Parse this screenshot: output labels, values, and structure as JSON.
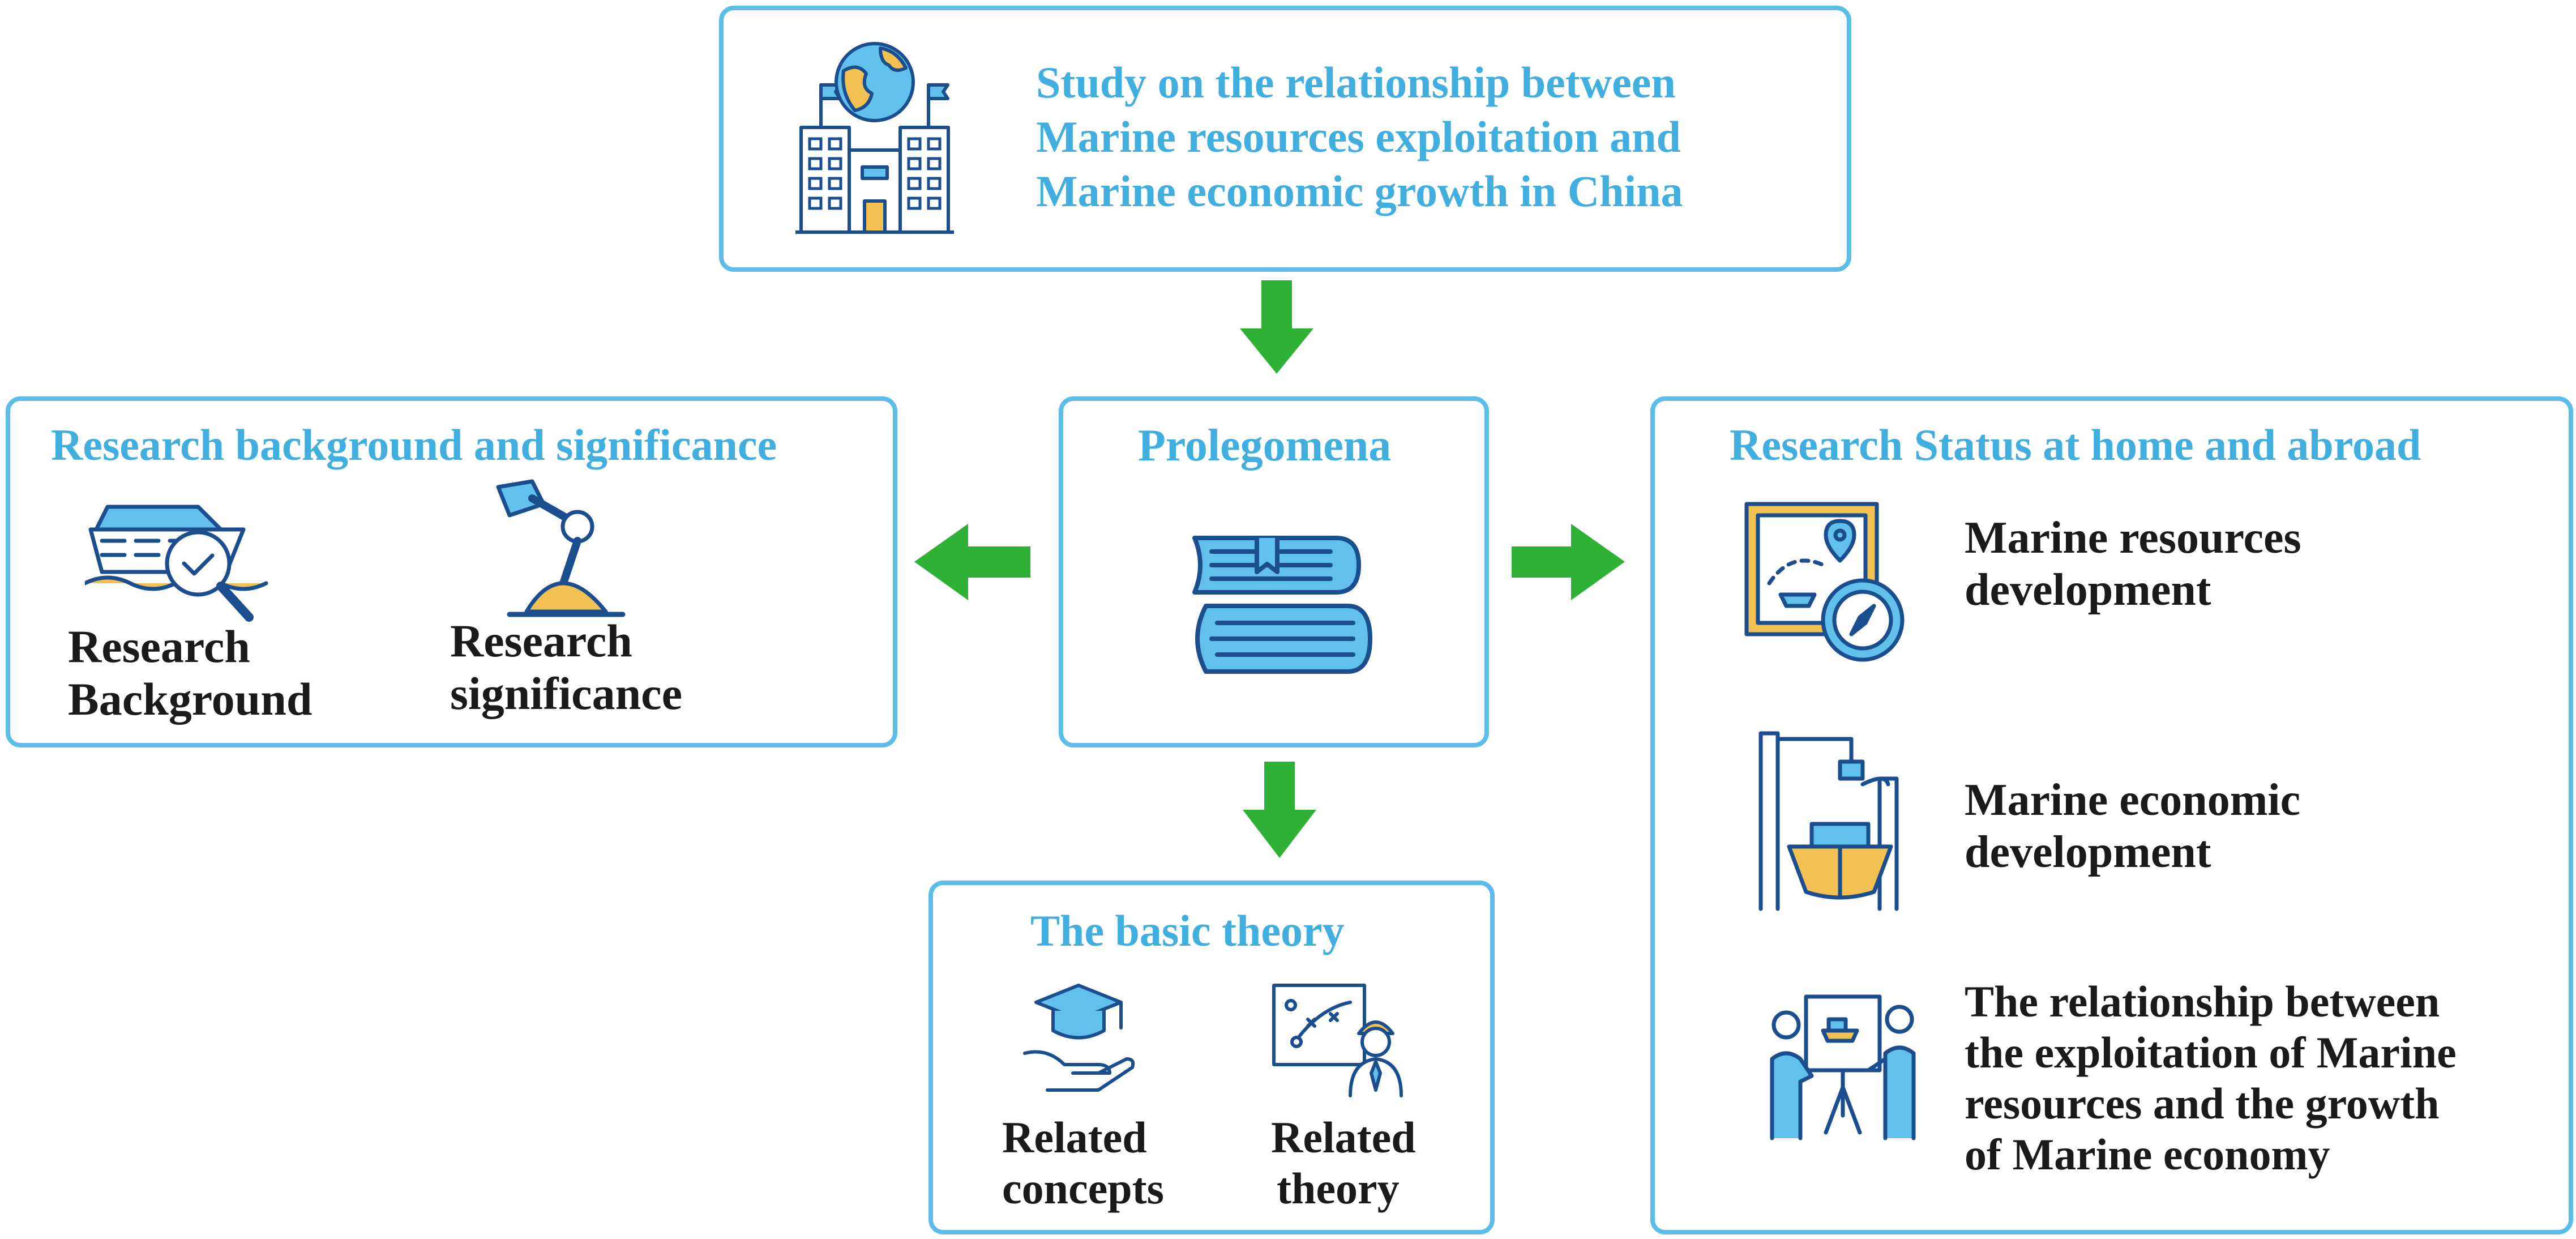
{
  "top": {
    "title_lines": [
      "Study on the relationship between",
      "Marine resources exploitation and",
      "Marine economic growth in China"
    ]
  },
  "background": {
    "title": "Research background and significance",
    "item1_lines": [
      "Research",
      "Background"
    ],
    "item2_lines": [
      "Research",
      "significance"
    ]
  },
  "prolegomena": {
    "title": "Prolegomena"
  },
  "status": {
    "title": "Research Status at home and abroad",
    "item1_lines": [
      "Marine resources",
      "development"
    ],
    "item2_lines": [
      "Marine economic",
      "development"
    ],
    "item3_lines": [
      "The relationship between",
      "the exploitation of Marine",
      "resources and the growth",
      "of Marine economy"
    ]
  },
  "theory": {
    "title": "The basic theory",
    "item1_lines": [
      "Related",
      "concepts"
    ],
    "item2_lines": [
      "Related",
      "theory"
    ]
  },
  "colors": {
    "border": "#5cbde8",
    "title_text": "#41aee0",
    "label_text": "#1a1a1a",
    "arrow": "#2eb135",
    "icon_stroke": "#1b4e8f",
    "icon_blue": "#62c1ec",
    "icon_gold": "#f3c052"
  }
}
